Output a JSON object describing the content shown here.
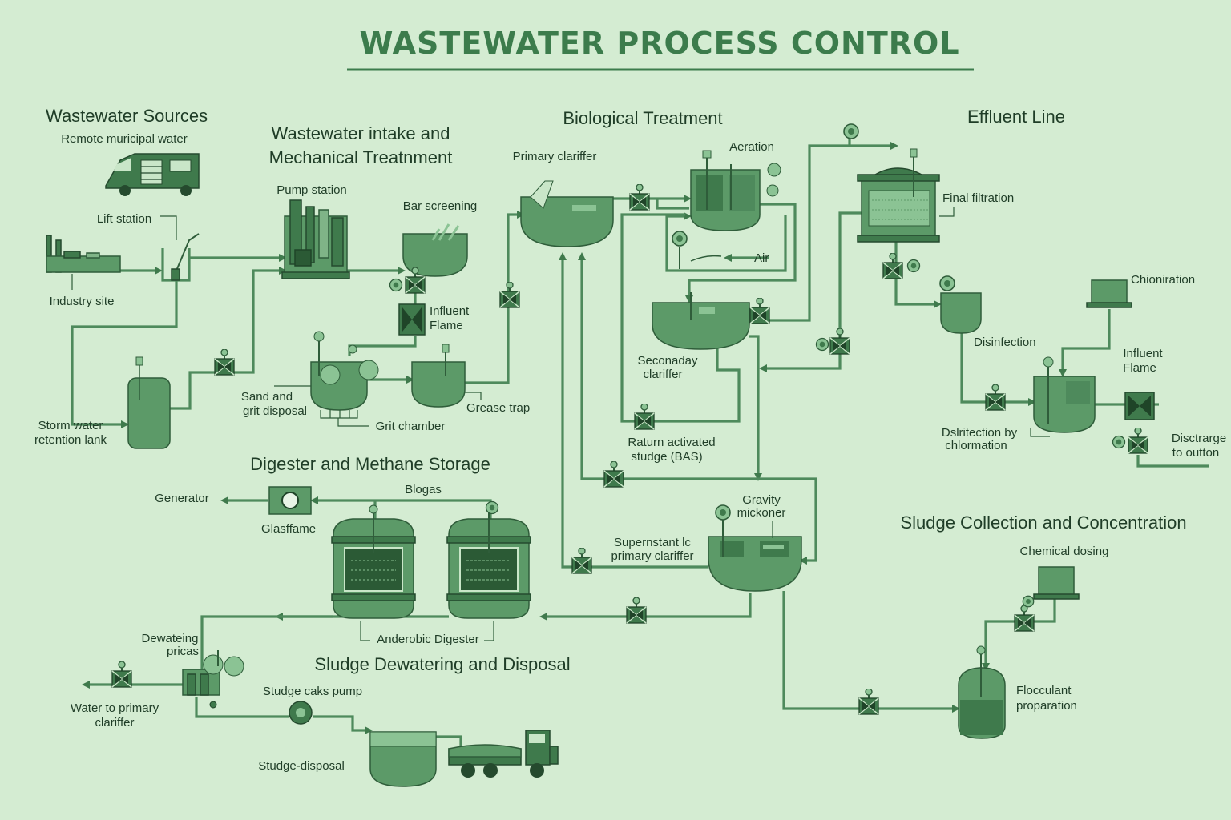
{
  "title": "WASTEWATER PROCESS CONTROL",
  "sections": {
    "sources": "Wastewater Sources",
    "intake_line1": "Wastewater intake and",
    "intake_line2": "Mechanical Treatnment",
    "biological": "Biological Treatment",
    "effluent": "Effluent Line",
    "digester": "Digester and Methane Storage",
    "dewatering": "Sludge Dewatering and Disposal",
    "sludge_collection": "Sludge Collection and Concentration"
  },
  "labels": {
    "remote_municipal": "Remote muricipal water",
    "lift_station": "Lift station",
    "industry_site": "Industry site",
    "storm_line1": "Storm water",
    "storm_line2": "retention lank",
    "pump_station": "Pump station",
    "bar_screening": "Bar screening",
    "influent_flame_line1": "Influent",
    "influent_flame_line2": "Flame",
    "sand_line1": "Sand and",
    "sand_line2": "grit disposal",
    "grit_chamber": "Grit chamber",
    "grease_trap": "Grease trap",
    "primary_clarifier": "Primary clariffer",
    "aeration": "Aeration",
    "air": "Air",
    "secondary_line1": "Seconaday",
    "secondary_line2": "clariffer",
    "return_line1": "Raturn activated",
    "return_line2": "studge (BAS)",
    "gravity_line1": "Gravity",
    "gravity_line2": "mickoner",
    "supernatant_line1": "Supernstant lc",
    "supernatant_line2": "primary clariffer",
    "final_filtration": "Final filtration",
    "chlorination": "Chioniration",
    "disinfection": "Disinfection",
    "influent_flame2_line1": "Influent",
    "influent_flame2_line2": "Flame",
    "disinfection_chl_line1": "Dslritection by",
    "disinfection_chl_line2": "chlormation",
    "discharge_line1": "Disctrarge",
    "discharge_line2": "to outton",
    "generator": "Generator",
    "glasfflame": "Glasffame",
    "biogas": "Blogas",
    "anaerobic_digester": "Anderobic Digester",
    "dewatering_press_line1": "Dewateing",
    "dewatering_press_line2": "pricas",
    "water_primary_line1": "Water to primary",
    "water_primary_line2": "clariffer",
    "sludge_cake_pump": "Studge caks pump",
    "sludge_disposal": "Studge-disposal",
    "chemical_dosing": "Chemical dosing",
    "flocculant_line1": "Flocculant",
    "flocculant_line2": "proparation"
  },
  "colors": {
    "background": "#d4ecd2",
    "pipe": "#4e8a5c",
    "equipment": "#5c9a68",
    "title": "#3c7c4c"
  },
  "icons": {
    "valve": "valve-icon",
    "gauge": "pressure-gauge-icon",
    "arrow": "flow-arrow-icon"
  }
}
